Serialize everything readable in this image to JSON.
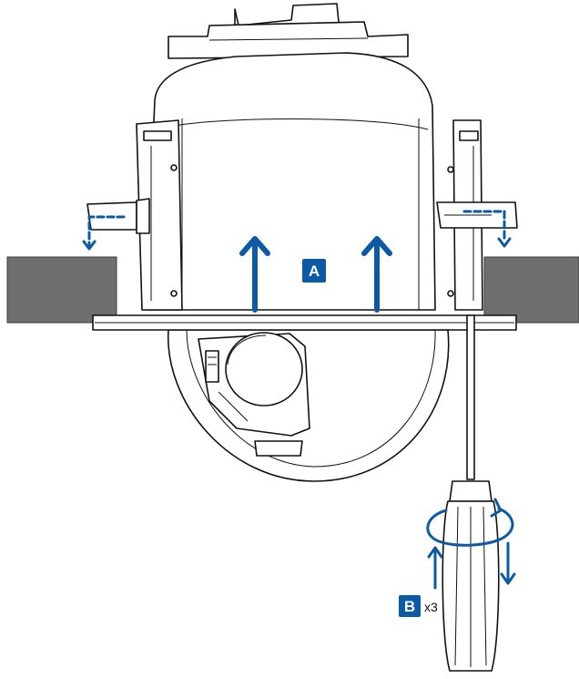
{
  "colors": {
    "accent": "#0b5aa3",
    "ceiling": "#6f6f6f",
    "ceiling_edge": "#3a3a3a",
    "line": "#111111",
    "background": "#ffffff"
  },
  "callouts": {
    "a": {
      "label": "A"
    },
    "b": {
      "label": "B",
      "multiplier": "x3"
    }
  },
  "icons": {
    "lift_arrows": "arrow-up-icon",
    "clamp_arrows": "arrow-down-icon",
    "rotation": "rotate-arrow-icon",
    "tool": "screwdriver-icon"
  }
}
